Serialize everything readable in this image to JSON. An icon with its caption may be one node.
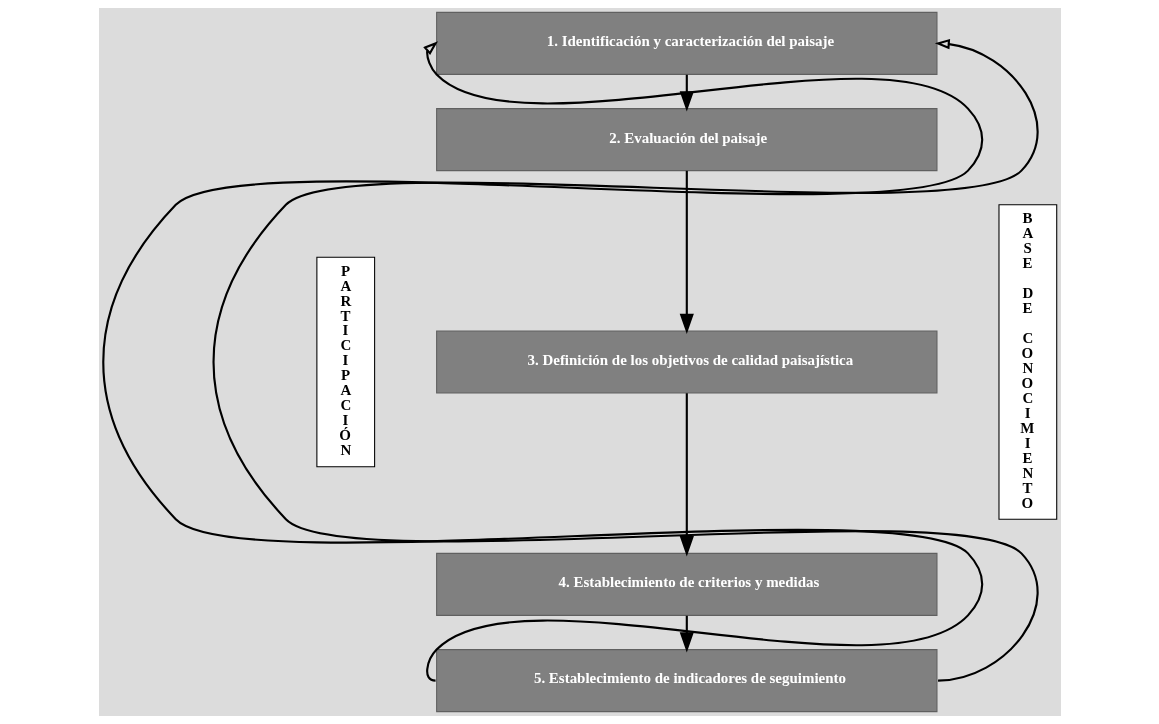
{
  "diagram": {
    "nodes": [
      {
        "text": [
          "1. Identificación y caracterización del paisaje"
        ]
      },
      {
        "text": [
          "2. Evaluación del paisaje"
        ]
      },
      {
        "text": [
          "3. Definición de los objetivos de calidad paisajística"
        ]
      },
      {
        "text": [
          "4. Establecimiento de criterios y medidas"
        ]
      },
      {
        "text": [
          "5. Establecimiento de indicadores de seguimiento"
        ]
      },
      {
        "text": [
          "PARTICIPACIÓN"
        ]
      },
      {
        "text": [
          "BASE DE CONOCIMIENTO"
        ]
      }
    ],
    "edges": [
      {
        "from": 0,
        "to": 1,
        "arrow": "to"
      },
      {
        "from": 1,
        "to": 2,
        "arrow": "to"
      },
      {
        "from": 2,
        "to": 3,
        "arrow": "to"
      },
      {
        "from": 3,
        "to": 4,
        "arrow": "to"
      },
      {
        "from": 4,
        "to": 0,
        "arrow": "to"
      },
      {
        "from": 4,
        "to": 0,
        "arrow": "to"
      }
    ]
  }
}
